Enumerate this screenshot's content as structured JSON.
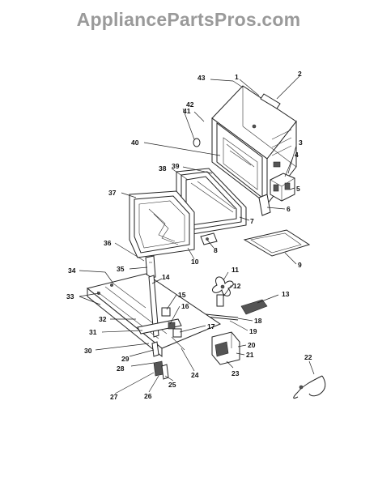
{
  "watermark": "AppliancePartsPros.com",
  "callouts": [
    {
      "id": "c1",
      "label": "1"
    },
    {
      "id": "c2",
      "label": "2"
    },
    {
      "id": "c3",
      "label": "3"
    },
    {
      "id": "c4",
      "label": "4"
    },
    {
      "id": "c5",
      "label": "5"
    },
    {
      "id": "c6",
      "label": "6"
    },
    {
      "id": "c7",
      "label": "7"
    },
    {
      "id": "c8",
      "label": "8"
    },
    {
      "id": "c9",
      "label": "9"
    },
    {
      "id": "c10",
      "label": "10"
    },
    {
      "id": "c11",
      "label": "11"
    },
    {
      "id": "c12",
      "label": "12"
    },
    {
      "id": "c13",
      "label": "13"
    },
    {
      "id": "c14",
      "label": "14"
    },
    {
      "id": "c15",
      "label": "15"
    },
    {
      "id": "c16",
      "label": "16"
    },
    {
      "id": "c17",
      "label": "17"
    },
    {
      "id": "c18",
      "label": "18"
    },
    {
      "id": "c19",
      "label": "19"
    },
    {
      "id": "c20",
      "label": "20"
    },
    {
      "id": "c21",
      "label": "21"
    },
    {
      "id": "c22",
      "label": "22"
    },
    {
      "id": "c23",
      "label": "23"
    },
    {
      "id": "c24",
      "label": "24"
    },
    {
      "id": "c25",
      "label": "25"
    },
    {
      "id": "c26",
      "label": "26"
    },
    {
      "id": "c27",
      "label": "27"
    },
    {
      "id": "c28",
      "label": "28"
    },
    {
      "id": "c29",
      "label": "29"
    },
    {
      "id": "c30",
      "label": "30"
    },
    {
      "id": "c31",
      "label": "31"
    },
    {
      "id": "c32",
      "label": "32"
    },
    {
      "id": "c33",
      "label": "33"
    },
    {
      "id": "c34",
      "label": "34"
    },
    {
      "id": "c35",
      "label": "35"
    },
    {
      "id": "c36",
      "label": "36"
    },
    {
      "id": "c37",
      "label": "37"
    },
    {
      "id": "c38",
      "label": "38"
    },
    {
      "id": "c39",
      "label": "39"
    },
    {
      "id": "c40",
      "label": "40"
    },
    {
      "id": "c41",
      "label": "41"
    },
    {
      "id": "c42",
      "label": "42"
    },
    {
      "id": "c43",
      "label": "43"
    }
  ]
}
